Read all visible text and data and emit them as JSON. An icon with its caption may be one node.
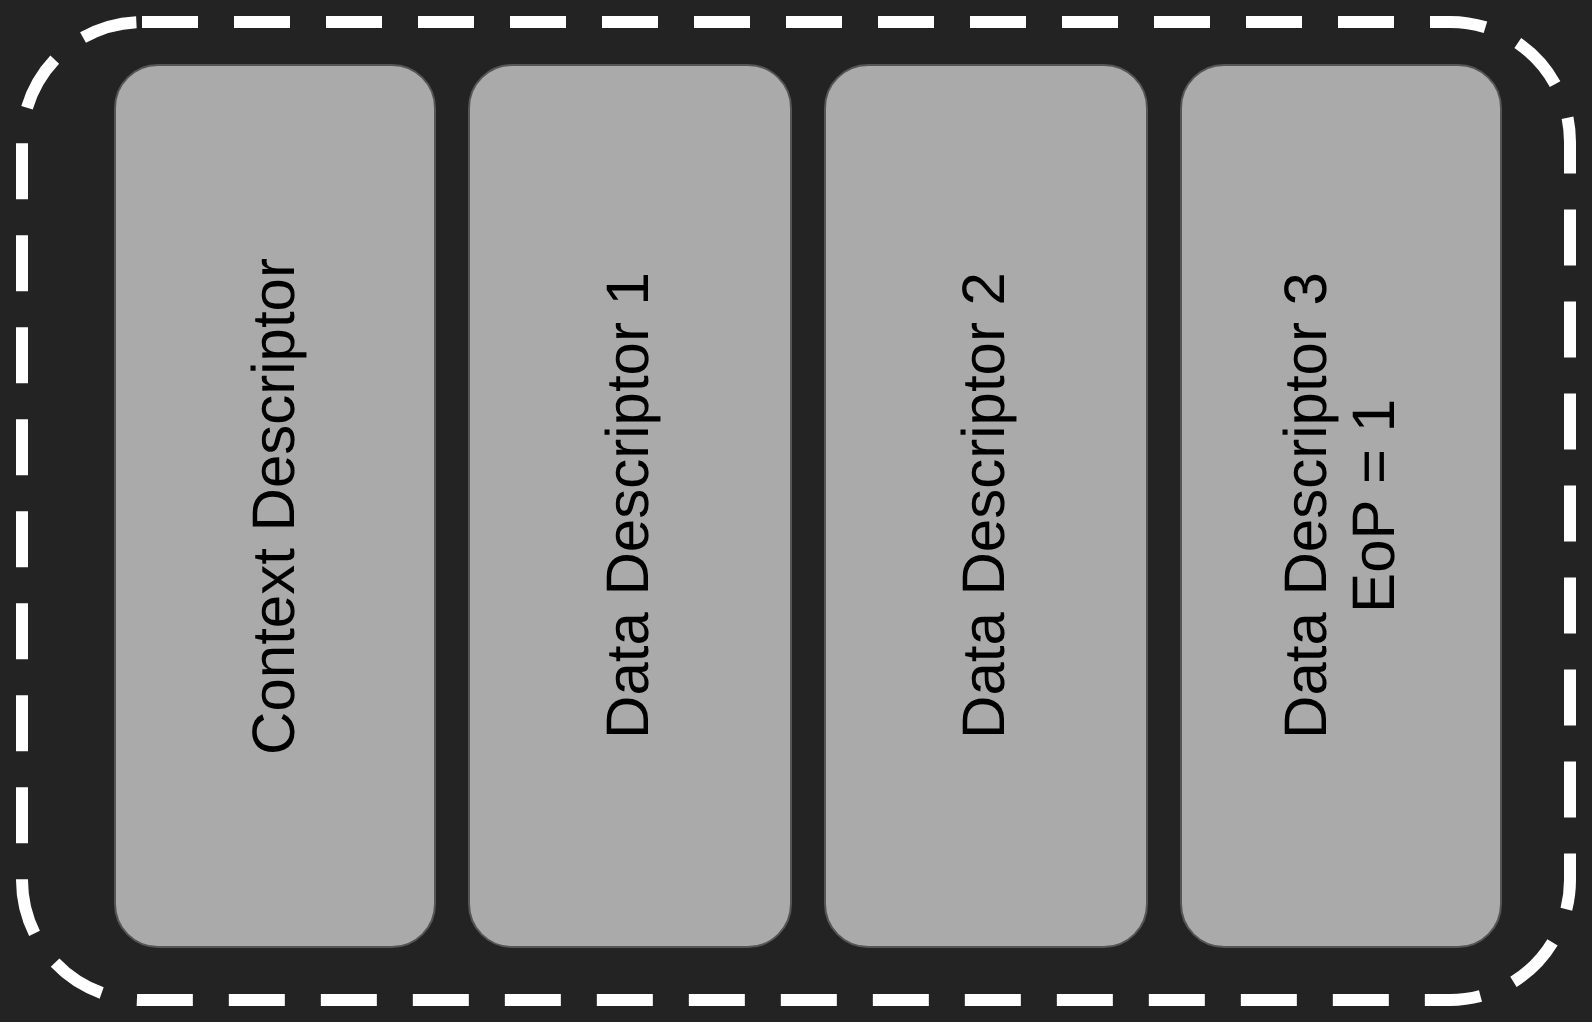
{
  "diagram": {
    "nodes": [
      {
        "text": [],
        "shape": "box"
      },
      {
        "text": [
          "Context Descriptor"
        ],
        "in": 0
      },
      {
        "text": [
          "Data Descriptor 1"
        ],
        "in": 0
      },
      {
        "text": [
          "Data Descriptor 2"
        ],
        "in": 0
      },
      {
        "text": [
          "Data Descriptor 3",
          "EoP = 1"
        ],
        "in": 0
      }
    ]
  }
}
